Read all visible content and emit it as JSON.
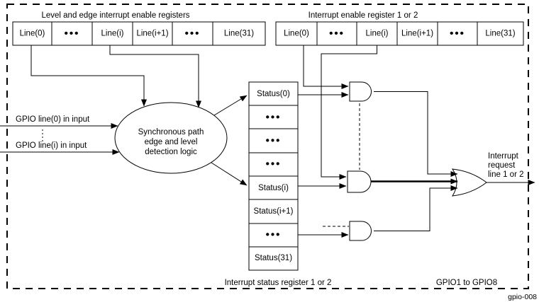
{
  "colors": {
    "background": "#ffffff",
    "line": "#000000"
  },
  "left_register": {
    "title": "Level and edge interrupt enable registers",
    "cells": [
      "Line(0)",
      "•••",
      "Line(i)",
      "Line(i+1)",
      "•••",
      "Line(31)"
    ]
  },
  "right_register": {
    "title": "Interrupt enable register 1 or 2",
    "cells": [
      "Line(0)",
      "•••",
      "Line(i)",
      "Line(i+1)",
      "•••",
      "Line(31)"
    ]
  },
  "gpio_inputs": {
    "line0": "GPIO line(0) in input",
    "line_i": "GPIO line(i) in input"
  },
  "detector": {
    "line1": "Synchronous path",
    "line2": "edge and level",
    "line3": "detection logic"
  },
  "status_register": {
    "cells": [
      "Status(0)",
      "•••",
      "•••",
      "•••",
      "Status(i)",
      "Status(i+1)",
      "•••",
      "Status(31)"
    ],
    "caption": "Interrupt status register 1 or 2"
  },
  "output_label": {
    "line1": "Interrupt",
    "line2": "request",
    "line3": "line 1 or 2"
  },
  "footer": {
    "module_range": "GPIO1 to GPIO8",
    "figure_id": "gpio-008"
  }
}
